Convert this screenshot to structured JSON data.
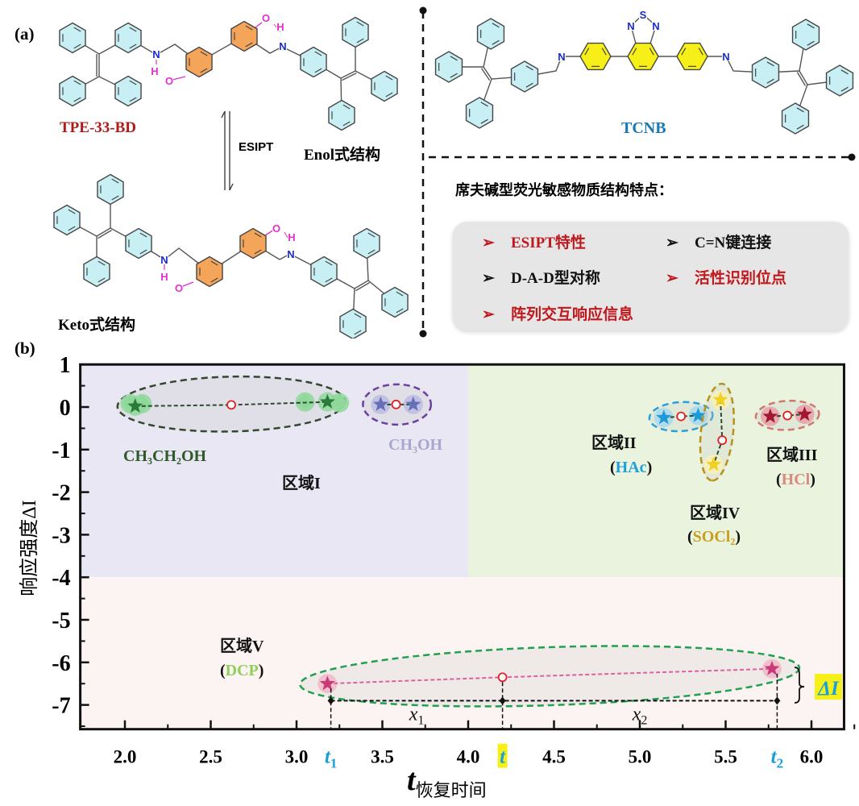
{
  "panel_a": {
    "label": "(a)",
    "compound1_name": "TPE-33-BD",
    "esipt_label": "ESIPT",
    "enol_label": "Enol式结构",
    "keto_label": "Keto式结构",
    "compound2_name": "TCNB",
    "atoms": {
      "N": "N",
      "O": "O",
      "H": "H",
      "S": "S"
    },
    "features_title": "席夫碱型荧光敏感物质结构特点：",
    "bullet_icon": "➢",
    "features": [
      {
        "text": "ESIPT特性",
        "color": "#c0181d"
      },
      {
        "text": "C=N键连接",
        "color": "#111111"
      },
      {
        "text": "D-A-D型对称",
        "color": "#111111"
      },
      {
        "text": "活性识别位点",
        "color": "#c0181d"
      },
      {
        "text": "阵列交互响应信息",
        "color": "#c0181d"
      }
    ],
    "colors": {
      "phenyl": "#c8f0f4",
      "core": "#f4a55a",
      "acceptor": "#f6f018",
      "name1": "#b01a1a",
      "name2": "#1a78b8",
      "enol_oh": "#e030d0",
      "nitrogen": "#1a2ad0"
    }
  },
  "chart_data": {
    "type": "scatter",
    "panel_label": "(b)",
    "xlabel": "t",
    "xlabel_suffix": "恢复时间",
    "ylabel": "响应强度ΔI",
    "xlim": [
      1.74,
      6.19
    ],
    "ylim": [
      -7.57,
      1.0
    ],
    "xticks": [
      {
        "v": 2.0,
        "label": "2.0"
      },
      {
        "v": 2.5,
        "label": "2.5"
      },
      {
        "v": 3.0,
        "label": "3.0"
      },
      {
        "v": 3.5,
        "label": "3.5"
      },
      {
        "v": 4.0,
        "label": "4.0"
      },
      {
        "v": 4.5,
        "label": "4.5"
      },
      {
        "v": 5.0,
        "label": "5.0"
      },
      {
        "v": 5.5,
        "label": "5.5"
      },
      {
        "v": 6.0,
        "label": "6.0"
      }
    ],
    "yticks": [
      {
        "v": 1,
        "label": "1"
      },
      {
        "v": 0,
        "label": "0"
      },
      {
        "v": -1,
        "label": "-1"
      },
      {
        "v": -2,
        "label": "-2"
      },
      {
        "v": -3,
        "label": "-3"
      },
      {
        "v": -4,
        "label": "-4"
      },
      {
        "v": -5,
        "label": "-5"
      },
      {
        "v": -6,
        "label": "-6"
      },
      {
        "v": -7,
        "label": "-7"
      }
    ],
    "marked_times": [
      {
        "label": "t",
        "sub": "1",
        "value": 3.2,
        "highlight": false
      },
      {
        "label": "t",
        "sub": "",
        "value": 4.2,
        "highlight": true
      },
      {
        "label": "t",
        "sub": "2",
        "value": 5.8,
        "highlight": false
      }
    ],
    "zones": [
      {
        "x": [
          1.74,
          4.0
        ],
        "y": [
          -4,
          1.0
        ],
        "color": "#e9e7f3"
      },
      {
        "x": [
          4.0,
          6.19
        ],
        "y": [
          -4,
          1.0
        ],
        "color": "#e9f3de"
      },
      {
        "x": [
          1.74,
          6.19
        ],
        "y": [
          -7.57,
          -4
        ],
        "color": "#fcf4f3"
      }
    ],
    "groups": [
      {
        "region": "区域I",
        "analyte": "CH₃CH₂OH",
        "paren": false,
        "stars": [
          [
            2.06,
            0.02
          ],
          [
            3.18,
            0.12
          ]
        ],
        "diamonds": [
          [
            2.03,
            0.08
          ],
          [
            2.1,
            0.08
          ],
          [
            3.05,
            0.12
          ],
          [
            3.25,
            0.1
          ]
        ],
        "center": [
          2.62,
          0.05
        ],
        "star_color": "#2a7a3a",
        "halo": "#8ed89a",
        "ring_color": "#34482f",
        "label_color": "#2e5a2a",
        "line_color": "#2e4a2e"
      },
      {
        "region": "",
        "analyte": "CH₃OH",
        "paren": false,
        "stars": [
          [
            3.49,
            0.06
          ],
          [
            3.68,
            0.06
          ]
        ],
        "diamonds": [],
        "center": [
          3.58,
          0.06
        ],
        "star_color": "#6670b8",
        "halo": "#bcbce2",
        "ring_color": "#6a3fa0",
        "label_color": "#a9a7d0",
        "line_color": "#2e4a2e"
      },
      {
        "region": "区域II",
        "analyte": "HAc",
        "paren": true,
        "stars": [
          [
            5.14,
            -0.25
          ],
          [
            5.34,
            -0.2
          ]
        ],
        "diamonds": [],
        "center": [
          5.24,
          -0.22
        ],
        "star_color": "#1e9ad6",
        "halo": "#a8d8f0",
        "ring_color": "#2aa0d8",
        "label_color": "#1fa0d8",
        "line_color": "#2e4a2e"
      },
      {
        "region": "区域IV",
        "analyte": "SOCl₂",
        "paren": true,
        "stars": [
          [
            5.47,
            0.17
          ],
          [
            5.43,
            -1.35
          ]
        ],
        "diamonds": [],
        "center": [
          5.48,
          -0.78
        ],
        "star_color": "#f0d020",
        "halo": "#f8f0b8",
        "ring_color": "#b8901a",
        "label_color": "#c8a020",
        "line_color": "#2e4a2e"
      },
      {
        "region": "区域III",
        "analyte": "HCl",
        "paren": true,
        "stars": [
          [
            5.76,
            -0.22
          ],
          [
            5.96,
            -0.17
          ]
        ],
        "diamonds": [],
        "center": [
          5.86,
          -0.2
        ],
        "star_color": "#a01830",
        "halo": "#e8a0a8",
        "ring_color": "#d07870",
        "label_color": "#d98a80",
        "line_color": "#2e4a2e"
      },
      {
        "region": "区域V",
        "analyte": "DCP",
        "paren": true,
        "stars": [
          [
            3.18,
            -6.5
          ],
          [
            5.77,
            -6.15
          ]
        ],
        "diamonds": [],
        "center": [
          4.2,
          -6.35
        ],
        "star_color": "#c83a78",
        "halo": "#f0b8c8",
        "ring_color": "#20a050",
        "label_color": "#8fcf5a",
        "line_color": "#e060a0"
      }
    ],
    "interval_markers": {
      "y": -6.9,
      "x": [
        3.2,
        4.2,
        5.8
      ],
      "labels": [
        {
          "t": "x",
          "sub": "1"
        },
        {
          "t": "x",
          "sub": "2"
        }
      ]
    },
    "delta_label": "ΔI",
    "center_marker": "open-red-circle",
    "highlight_color": "#f6f018",
    "time_color": "#1aa0d8"
  }
}
